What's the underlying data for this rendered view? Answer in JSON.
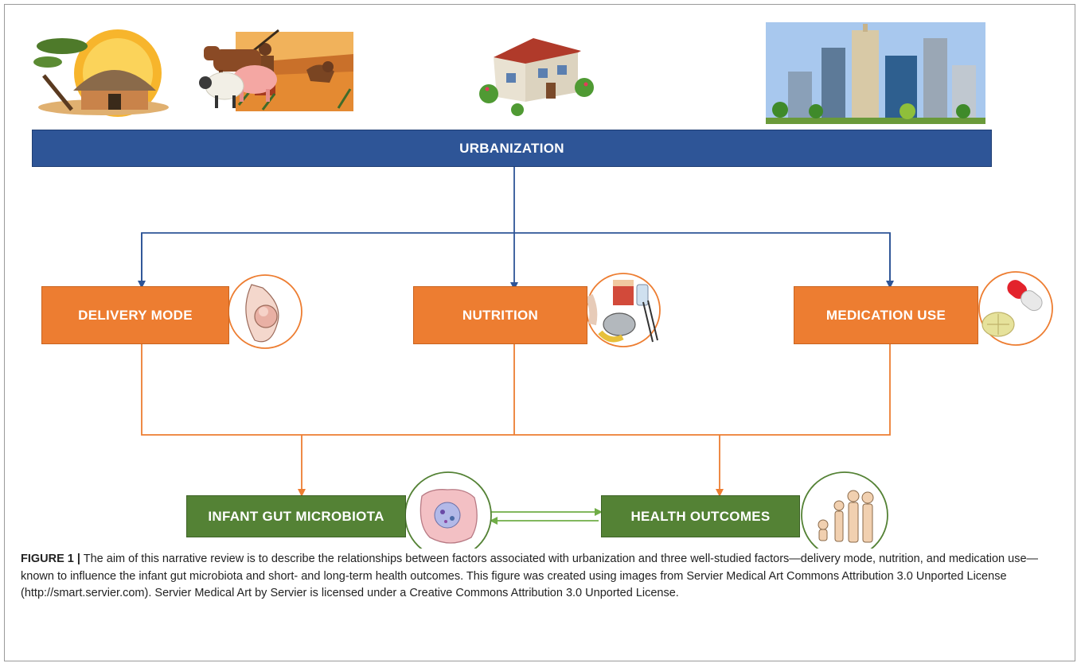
{
  "diagram": {
    "top_box": "URBANIZATION",
    "factors": [
      "DELIVERY MODE",
      "NUTRITION",
      "MEDICATION USE"
    ],
    "outcomes": [
      "INFANT GUT MICROBIOTA",
      "HEALTH OUTCOMES"
    ],
    "icons": {
      "village": "village-hut-icon",
      "farming": "farming-people-icon",
      "livestock": "livestock-icon",
      "house": "house-icon",
      "city": "city-skyline-icon",
      "delivery": "pregnancy-fetus-icon",
      "nutrition": "nutrition-foods-icon",
      "medication": "pill-capsule-icon",
      "microbiota": "intestine-microbiota-icon",
      "health": "human-growth-icon"
    },
    "colors": {
      "blue": "#2e5597",
      "orange": "#ed7d31",
      "green": "#548235"
    }
  },
  "caption": {
    "lead": "FIGURE 1 |",
    "text": " The aim of this narrative review is to describe the relationships between factors associated with urbanization and three well-studied factors—delivery mode, nutrition, and medication use—known to influence the infant gut microbiota and short- and long-term health outcomes. This figure was created using images from Servier Medical Art Commons Attribution 3.0 Unported License (http://smart.servier.com). Servier Medical Art by Servier is licensed under a Creative Commons Attribution 3.0 Unported License."
  }
}
